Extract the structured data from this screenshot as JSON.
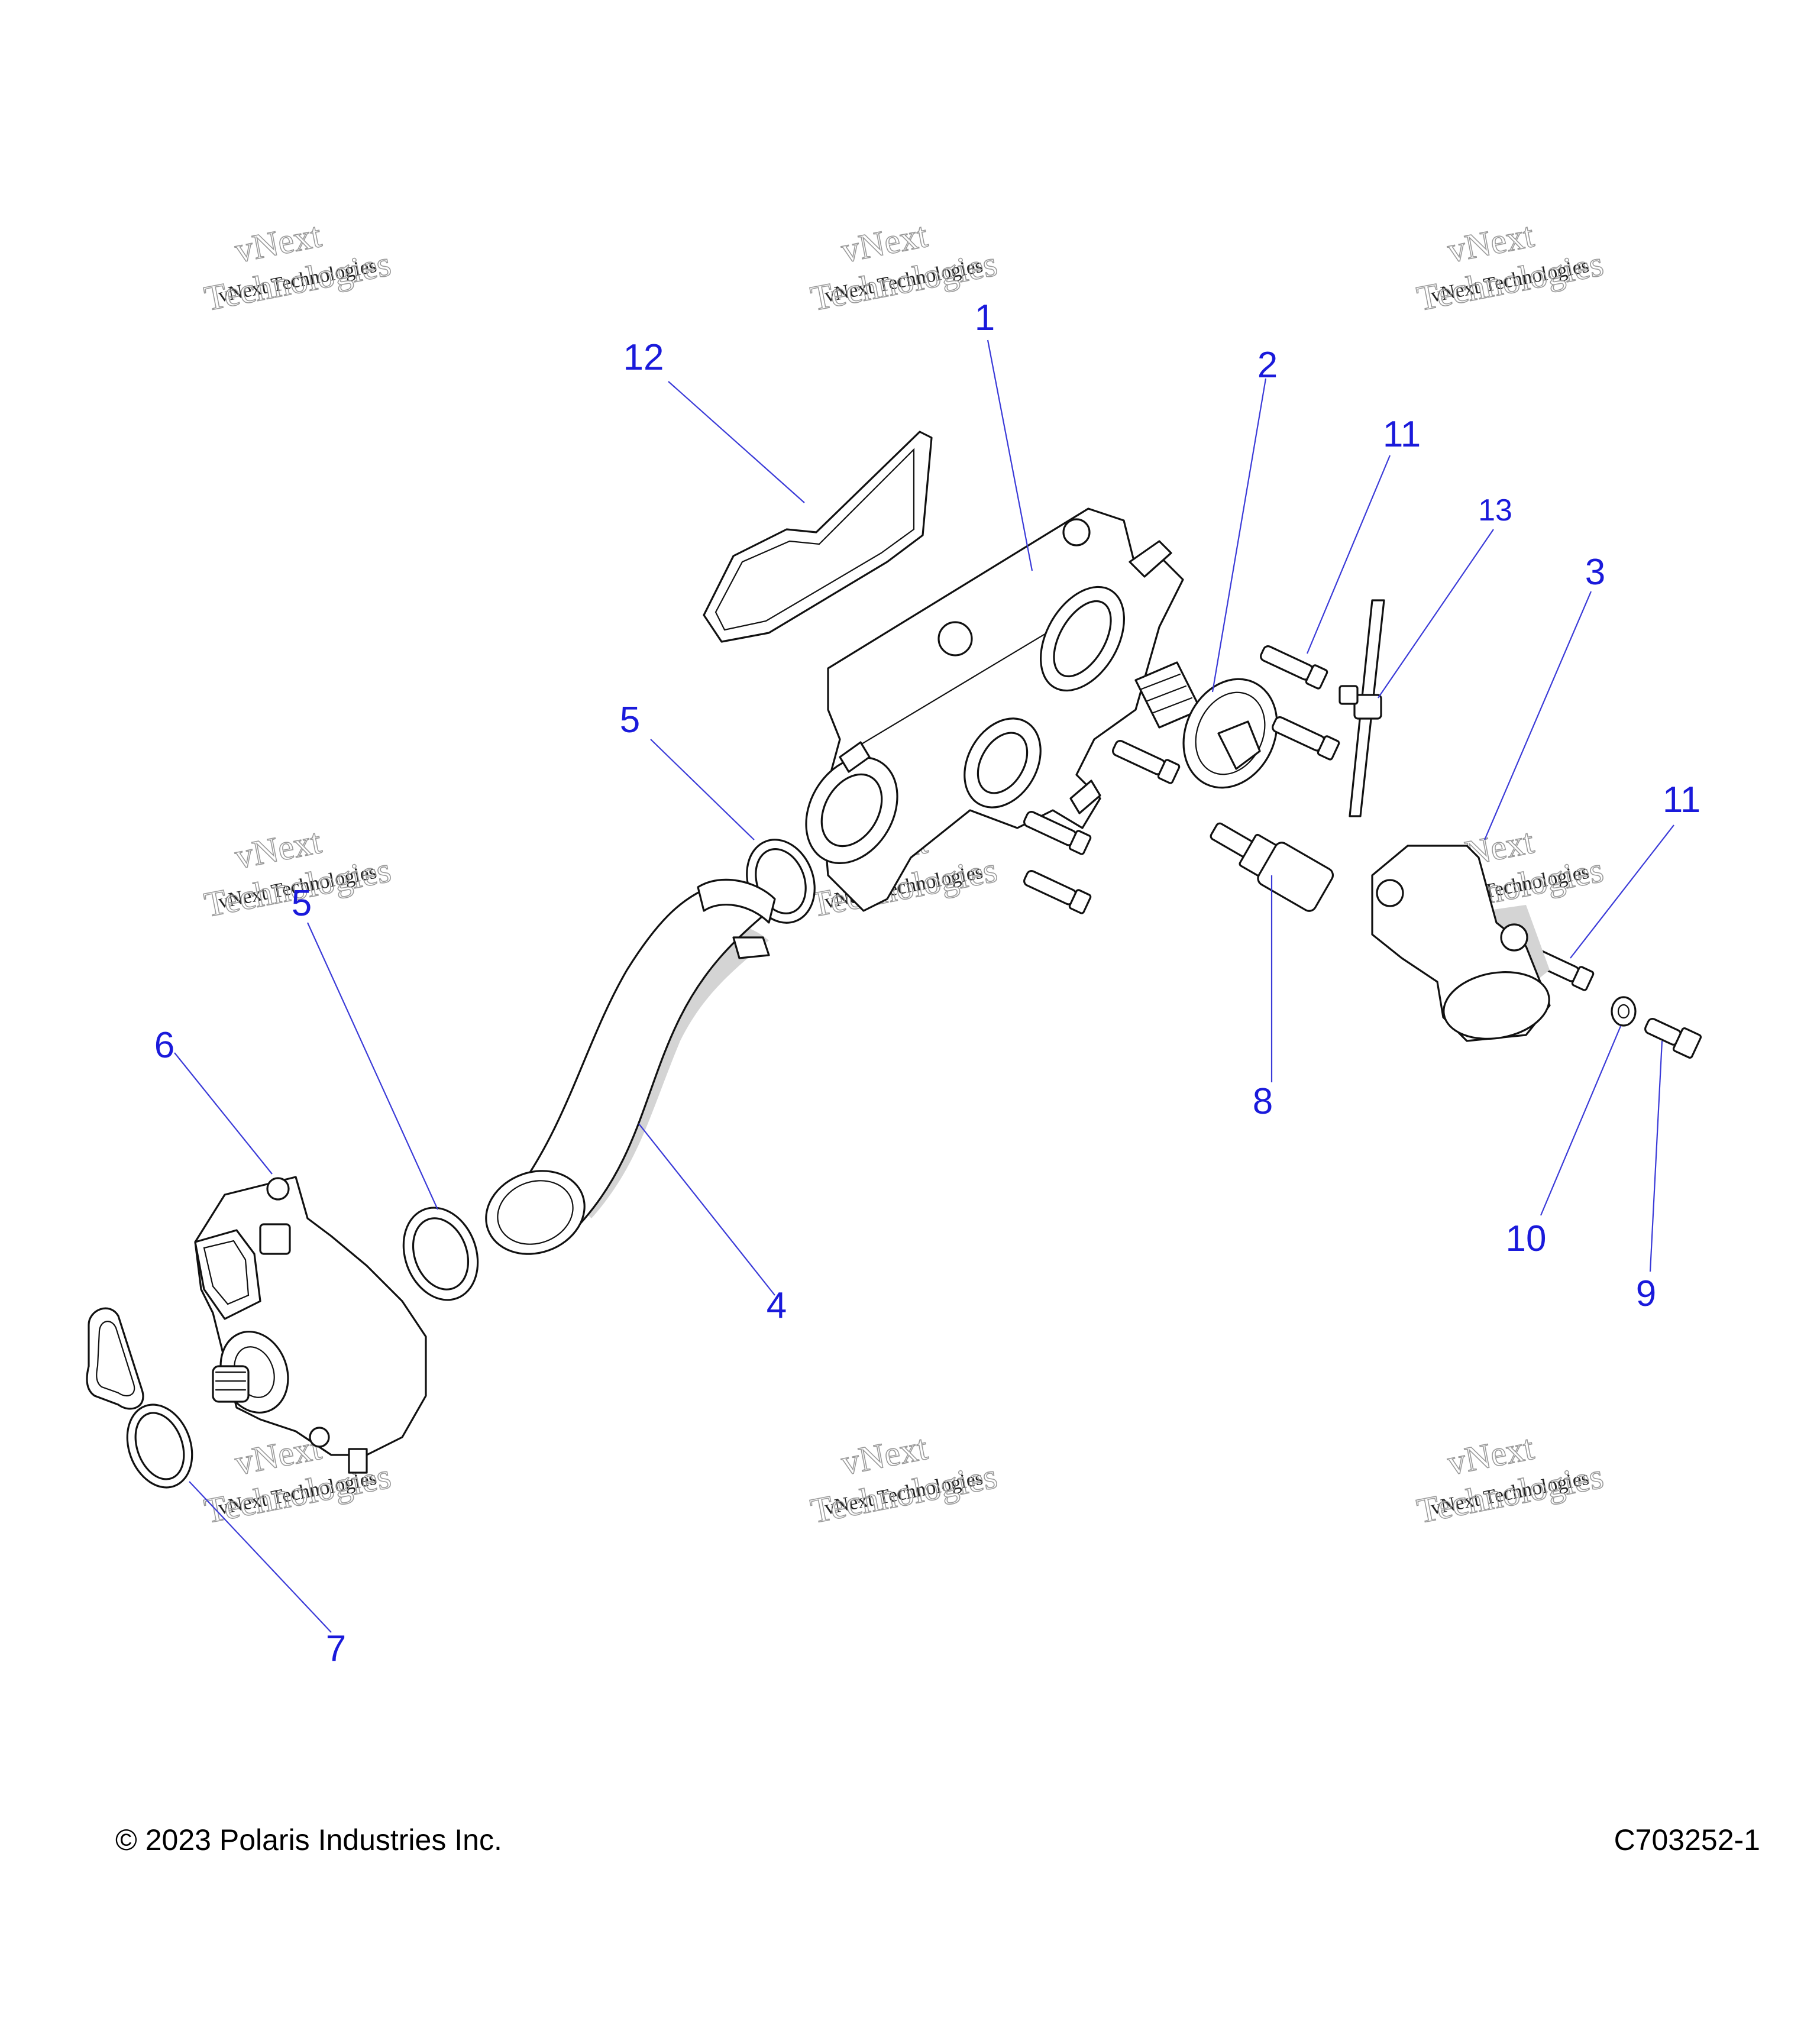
{
  "callouts": [
    {
      "label": "1"
    },
    {
      "label": "2"
    },
    {
      "label": "3"
    },
    {
      "label": "4"
    },
    {
      "label": "5"
    },
    {
      "label": "5"
    },
    {
      "label": "6"
    },
    {
      "label": "7"
    },
    {
      "label": "8"
    },
    {
      "label": "9"
    },
    {
      "label": "10"
    },
    {
      "label": "11"
    },
    {
      "label": "11"
    },
    {
      "label": "12"
    },
    {
      "label": "13"
    }
  ],
  "watermark": {
    "line1": "vNext Technologies",
    "line2": "vNext",
    "line3": "Technologies"
  },
  "footer": {
    "copyright": "© 2023 Polaris Industries Inc.",
    "figure_id": "C703252-1"
  },
  "colors": {
    "callout": "#1a1adb",
    "line": "#111111"
  }
}
